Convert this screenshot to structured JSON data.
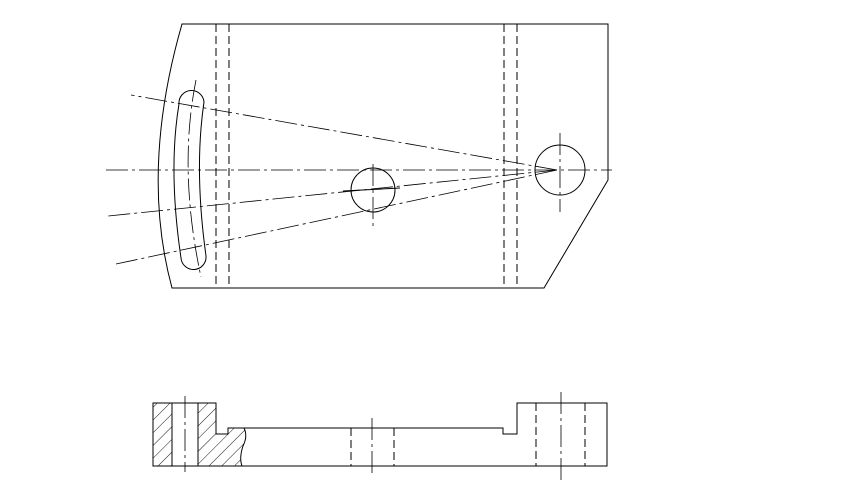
{
  "drawing": {
    "type": "engineering-drawing",
    "views": [
      "top-view",
      "front-section-view"
    ],
    "colors": {
      "line": "#000000",
      "background": "#ffffff"
    }
  }
}
